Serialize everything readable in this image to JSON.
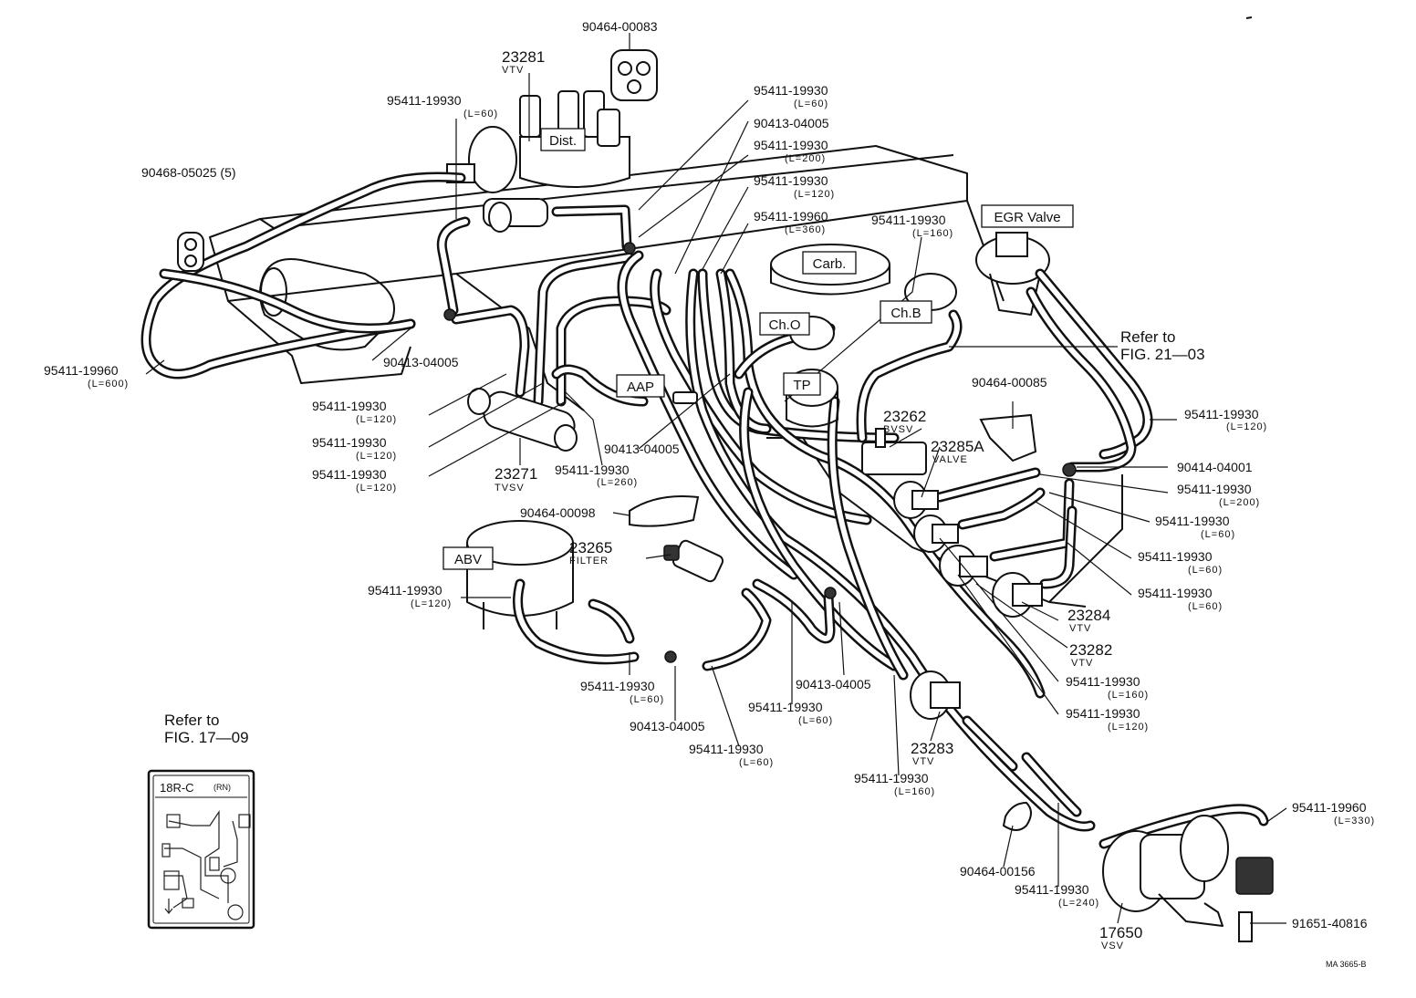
{
  "labels": {
    "p_90464_00083": "90464-00083",
    "p_23281": "23281",
    "p_23281_sub": "VTV",
    "p_top_hose1": "95411-19930",
    "p_top_hose1_len": "(L=60)",
    "p_top_hose2": "90413-04005",
    "p_top_hose3": "95411-19930",
    "p_top_hose3_len": "(L=200)",
    "p_top_hose4": "95411-19930",
    "p_top_hose4_len": "(L=120)",
    "p_top_hose5": "95411-19960",
    "p_top_hose5_len": "(L=360)",
    "p_left_hose_top": "95411-19930",
    "p_left_hose_top_len": "(L=60)",
    "p_90468": "90468-05025 (5)",
    "p_ch_b_hose": "95411-19930",
    "p_ch_b_hose_len": "(L=160)",
    "p_left_big_hose": "95411-19960",
    "p_left_big_hose_len": "(L=600)",
    "p_left_joint": "90413-04005",
    "p_tvsv_h1": "95411-19930",
    "p_tvsv_h1_len": "(L=120)",
    "p_tvsv_h2": "95411-19930",
    "p_tvsv_h2_len": "(L=120)",
    "p_tvsv_h3": "95411-19930",
    "p_tvsv_h3_len": "(L=120)",
    "p_23271": "23271",
    "p_23271_sub": "TVSV",
    "p_tvsv_h4": "95411-19930",
    "p_tvsv_h4_len": "(L=260)",
    "p_mid_joint": "90413-04005",
    "p_90464_00098": "90464-00098",
    "p_23265": "23265",
    "p_23265_sub": "FILTER",
    "p_abv_hose": "95411-19930",
    "p_abv_hose_len": "(L=120)",
    "p_abv_h2": "95411-19930",
    "p_abv_h2_len": "(L=60)",
    "p_abv_joint": "90413-04005",
    "p_abv_h3": "95411-19930",
    "p_abv_h3_len": "(L=60)",
    "p_mid_h2": "95411-19930",
    "p_mid_h2_len": "(L=60)",
    "p_mid_joint2": "90413-04005",
    "p_23262": "23262",
    "p_23262_sub": "BVSV",
    "p_23285a": "23285A",
    "p_23285a_sub": "VALVE",
    "p_90464_00085": "90464-00085",
    "p_r_h1": "95411-19930",
    "p_r_h1_len": "(L=120)",
    "p_90414": "90414-04001",
    "p_r_h2": "95411-19930",
    "p_r_h2_len": "(L=200)",
    "p_r_h3": "95411-19930",
    "p_r_h3_len": "(L=60)",
    "p_r_h4": "95411-19930",
    "p_r_h4_len": "(L=60)",
    "p_r_h5": "95411-19930",
    "p_r_h5_len": "(L=60)",
    "p_23284": "23284",
    "p_23284_sub": "VTV",
    "p_23282": "23282",
    "p_23282_sub": "VTV",
    "p_r_h6": "95411-19930",
    "p_r_h6_len": "(L=160)",
    "p_r_h7": "95411-19930",
    "p_r_h7_len": "(L=120)",
    "p_23283": "23283",
    "p_23283_sub": "VTV",
    "p_b_h1": "95411-19930",
    "p_b_h1_len": "(L=160)",
    "p_90464_00156": "90464-00156",
    "p_b_h2": "95411-19930",
    "p_b_h2_len": "(L=240)",
    "p_17650": "17650",
    "p_17650_sub": "VSV",
    "p_91651": "91651-40816",
    "p_vsv_hose": "95411-19960",
    "p_vsv_hose_len": "(L=330)",
    "ref_21_a": "Refer to",
    "ref_21_b": "FIG. 21—03",
    "ref_17_a": "Refer to",
    "ref_17_b": "FIG. 17—09",
    "inset_title": "18R-C",
    "inset_code": "(RN)",
    "code": "MA 3665-B"
  },
  "boxes": {
    "dist": "Dist.",
    "egr": "EGR Valve",
    "carb": "Carb.",
    "cho": "Ch.O",
    "chb": "Ch.B",
    "aap": "AAP",
    "tp": "TP",
    "abv": "ABV"
  }
}
